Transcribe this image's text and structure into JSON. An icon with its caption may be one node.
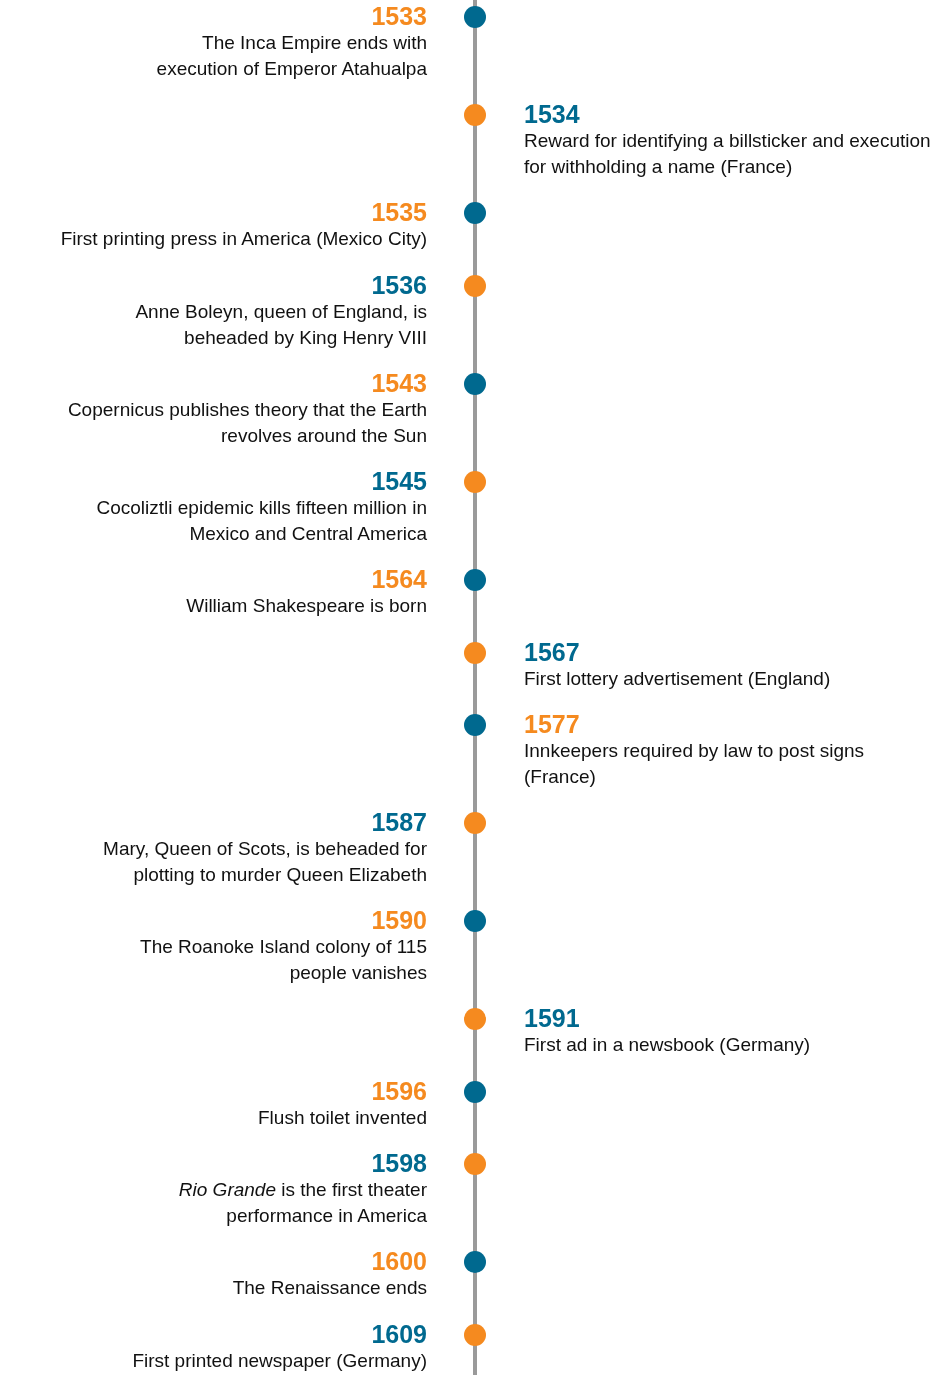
{
  "diagram": {
    "nodes": [
      {
        "text": [
          "1533",
          "The Inca Empire ends with execution of Emperor Atahualpa"
        ]
      },
      {
        "text": [
          "1534",
          "Reward for identifying a billsticker and execution for withholding a name (France)"
        ]
      },
      {
        "text": [
          "1535",
          "First printing press in America (Mexico City)"
        ]
      },
      {
        "text": [
          "1536",
          "Anne Boleyn, queen of England, is beheaded by King Henry VIII"
        ]
      },
      {
        "text": [
          "1543",
          "Copernicus publishes theory that the Earth revolves around the Sun"
        ]
      },
      {
        "text": [
          "1545",
          "Cocoliztli epidemic kills fifteen million in Mexico and Central America"
        ]
      },
      {
        "text": [
          "1564",
          "William Shakespeare is born"
        ]
      },
      {
        "text": [
          "1567",
          "First lottery advertisement (England)"
        ]
      },
      {
        "text": [
          "1577",
          "Innkeepers required by law to post signs (France)"
        ]
      },
      {
        "text": [
          "1587",
          "Mary, Queen of Scots, is beheaded for plotting to murder Queen Elizabeth"
        ]
      },
      {
        "text": [
          "1590",
          "The Roanoke Island colony of 115 people vanishes"
        ]
      },
      {
        "text": [
          "1591",
          "First ad in a newsbook (Germany)"
        ]
      },
      {
        "text": [
          "1596",
          "Flush toilet invented"
        ]
      },
      {
        "text": [
          "1598",
          "*Rio Grande* is the first theater performance in America"
        ]
      },
      {
        "text": [
          "1600",
          "The Renaissance ends"
        ]
      },
      {
        "text": [
          "1609",
          "First printed newspaper (Germany)"
        ]
      }
    ]
  }
}
